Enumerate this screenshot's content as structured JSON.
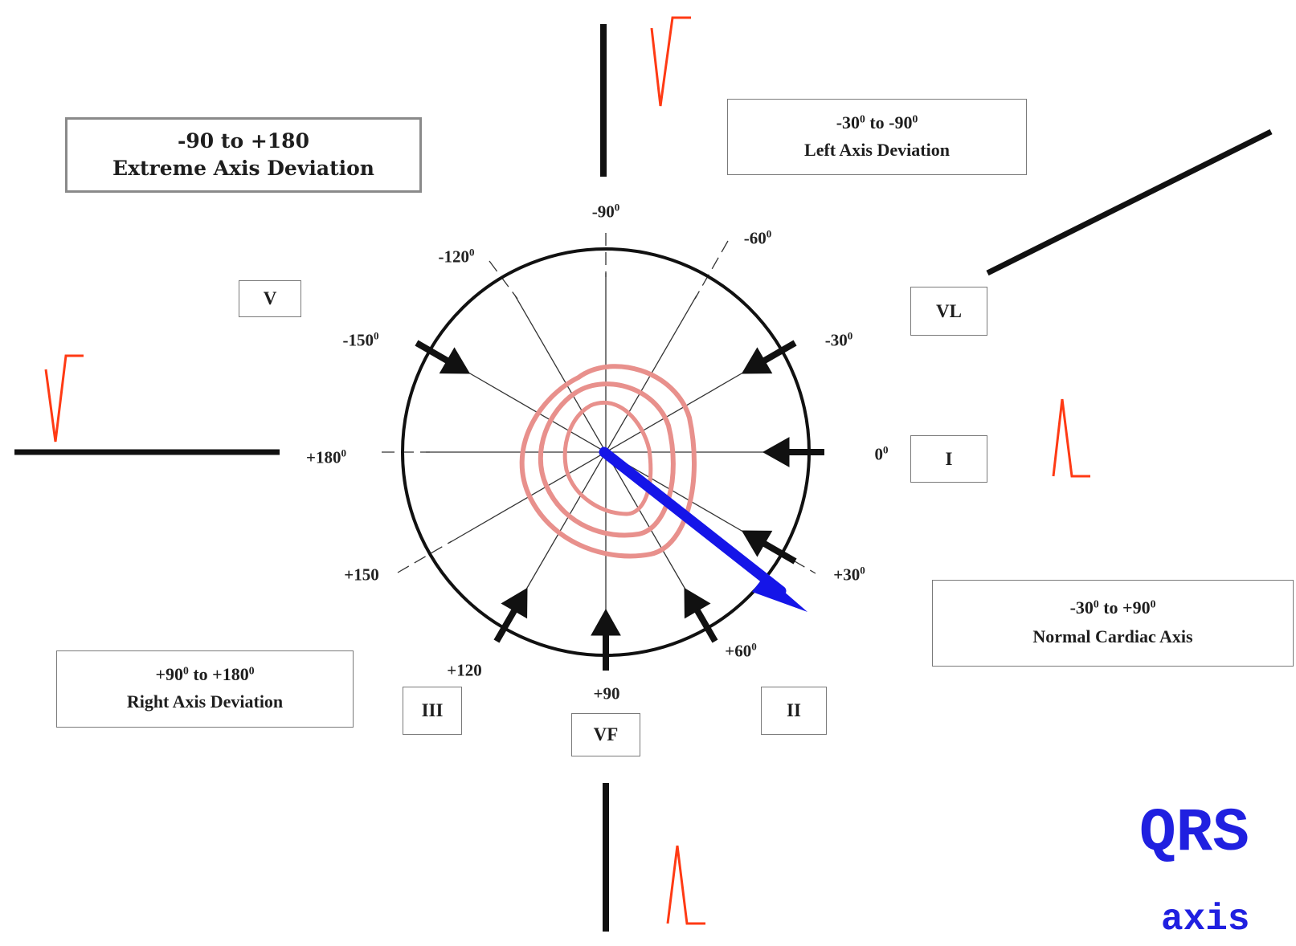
{
  "regions": {
    "extreme": {
      "line1": "-90 to +180",
      "line2": "Extreme Axis Deviation"
    },
    "left": {
      "line1_angle": "-30",
      "line1_mid": " to ",
      "line1_angle2": "-90",
      "line2": "Left Axis Deviation"
    },
    "normal": {
      "line1_angle": "-30",
      "line1_mid": " to ",
      "line1_angle2": "+90",
      "line2": "Normal Cardiac Axis"
    },
    "right": {
      "line1_angle": "+90",
      "line1_mid": " to ",
      "line1_angle2": "+180",
      "line2": "Right Axis Deviation"
    }
  },
  "leads": {
    "V": "V",
    "VL": "VL",
    "I": "I",
    "II": "II",
    "III": "III",
    "VF": "VF"
  },
  "angles": {
    "minus90": "-90",
    "minus60": "-60",
    "minus120": "-120",
    "minus150": "-150",
    "minus30": "-30",
    "zero": "0",
    "plus180": "+180",
    "plus150": "+150",
    "plus30": "+30",
    "plus60": "+60",
    "plus120": "+120",
    "plus90": "+90"
  },
  "degree_mark": "0",
  "title": "QRS",
  "subtitle": "axis",
  "colors": {
    "axis_arrow": "#1515e8",
    "red_marks": "#ff3a14",
    "loop": "#e8908c",
    "title": "#2020e0"
  }
}
